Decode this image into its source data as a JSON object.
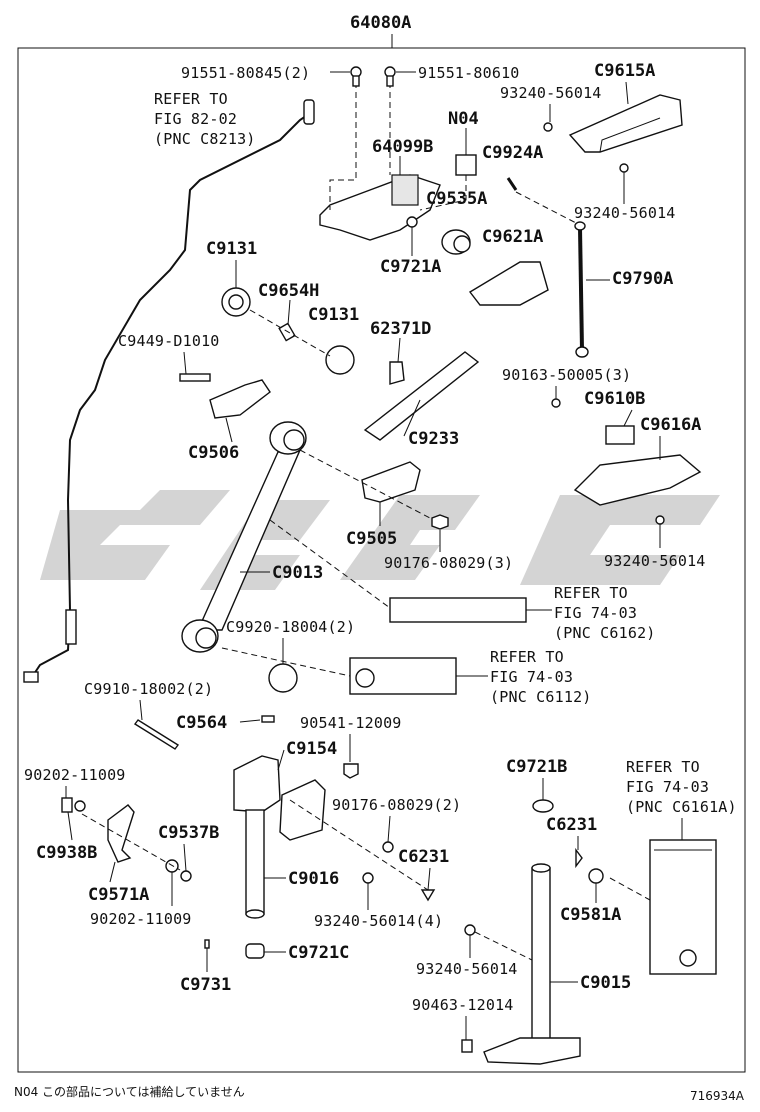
{
  "diagram": {
    "assembly_number": "64080A",
    "figure_code": "716934A",
    "footnote": "N04 この部品については補給していません",
    "parts": [
      {
        "id": "p-91551-80845",
        "text": "91551-80845(2)"
      },
      {
        "id": "p-91551-80610",
        "text": "91551-80610"
      },
      {
        "id": "p-c9615a",
        "text": "C9615A"
      },
      {
        "id": "p-93240-56014-a",
        "text": "93240-56014"
      },
      {
        "id": "p-n04",
        "text": "N04"
      },
      {
        "id": "p-64099b",
        "text": "64099B"
      },
      {
        "id": "p-c9924a",
        "text": "C9924A"
      },
      {
        "id": "p-c9535a",
        "text": "C9535A"
      },
      {
        "id": "p-93240-56014-b",
        "text": "93240-56014"
      },
      {
        "id": "p-c9621a",
        "text": "C9621A"
      },
      {
        "id": "p-c9721a",
        "text": "C9721A"
      },
      {
        "id": "p-c9790a",
        "text": "C9790A"
      },
      {
        "id": "p-c9131-a",
        "text": "C9131"
      },
      {
        "id": "p-c9654h",
        "text": "C9654H"
      },
      {
        "id": "p-c9131-b",
        "text": "C9131"
      },
      {
        "id": "p-62371d",
        "text": "62371D"
      },
      {
        "id": "p-c9449-d1010",
        "text": "C9449-D1010"
      },
      {
        "id": "p-90163-50005",
        "text": "90163-50005(3)"
      },
      {
        "id": "p-c9610b",
        "text": "C9610B"
      },
      {
        "id": "p-c9616a",
        "text": "C9616A"
      },
      {
        "id": "p-c9506",
        "text": "C9506"
      },
      {
        "id": "p-c9233",
        "text": "C9233"
      },
      {
        "id": "p-c9505",
        "text": "C9505"
      },
      {
        "id": "p-93240-56014-c",
        "text": "93240-56014"
      },
      {
        "id": "p-90176-08029-3",
        "text": "90176-08029(3)"
      },
      {
        "id": "p-c9013",
        "text": "C9013"
      },
      {
        "id": "p-c9920-18004",
        "text": "C9920-18004(2)"
      },
      {
        "id": "p-c9910-18002",
        "text": "C9910-18002(2)"
      },
      {
        "id": "p-c9564",
        "text": "C9564"
      },
      {
        "id": "p-90541-12009",
        "text": "90541-12009"
      },
      {
        "id": "p-c9154",
        "text": "C9154"
      },
      {
        "id": "p-90202-11009-a",
        "text": "90202-11009"
      },
      {
        "id": "p-90176-08029-2",
        "text": "90176-08029(2)"
      },
      {
        "id": "p-c9721b",
        "text": "C9721B"
      },
      {
        "id": "p-c9537b",
        "text": "C9537B"
      },
      {
        "id": "p-c9938b",
        "text": "C9938B"
      },
      {
        "id": "p-c6231-a",
        "text": "C6231"
      },
      {
        "id": "p-c6231-b",
        "text": "C6231"
      },
      {
        "id": "p-c9571a",
        "text": "C9571A"
      },
      {
        "id": "p-c9016",
        "text": "C9016"
      },
      {
        "id": "p-c9581a",
        "text": "C9581A"
      },
      {
        "id": "p-90202-11009-b",
        "text": "90202-11009"
      },
      {
        "id": "p-93240-56014-4",
        "text": "93240-56014(4)"
      },
      {
        "id": "p-c9721c",
        "text": "C9721C"
      },
      {
        "id": "p-93240-56014-d",
        "text": "93240-56014"
      },
      {
        "id": "p-c9731",
        "text": "C9731"
      },
      {
        "id": "p-c9015",
        "text": "C9015"
      },
      {
        "id": "p-90463-12014",
        "text": "90463-12014"
      }
    ],
    "references": [
      {
        "id": "r-82-02",
        "lines": [
          "REFER TO",
          "FIG 82-02",
          "(PNC C8213)"
        ]
      },
      {
        "id": "r-c6162",
        "lines": [
          "REFER TO",
          "FIG 74-03",
          "(PNC C6162)"
        ]
      },
      {
        "id": "r-c6112",
        "lines": [
          "REFER TO",
          "FIG 74-03",
          "(PNC C6112)"
        ]
      },
      {
        "id": "r-c6161a",
        "lines": [
          "REFER TO",
          "FIG 74-03",
          "(PNC C6161A)"
        ]
      }
    ]
  }
}
